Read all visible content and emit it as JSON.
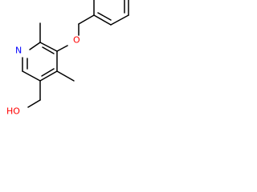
{
  "molecule": {
    "atoms": {
      "nitrogen": {
        "text": "N",
        "color": "#0000ff"
      },
      "ether_oxygen": {
        "text": "O",
        "color": "#ff0000"
      },
      "hydroxyl": {
        "text": "HO",
        "color": "#ff0000"
      }
    },
    "bond_color": "#000000"
  }
}
